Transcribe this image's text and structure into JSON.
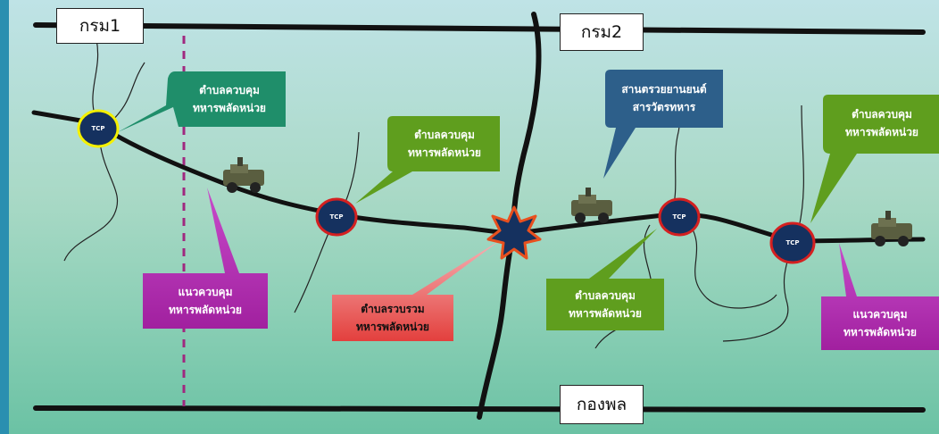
{
  "labels": {
    "top_left": "กรม1",
    "top_mid": "กรม2",
    "bottom": "กองพล"
  },
  "tcp": "TCP",
  "callouts": {
    "c1": [
      "ตำบลควบคุม",
      "ทหารพลัดหน่วย"
    ],
    "c2": [
      "ตำบลควบคุม",
      "ทหารพลัดหน่วย"
    ],
    "c3": [
      "สานตรวยยานยนต์",
      "สารวัตรทหาร"
    ],
    "c4": [
      "ตำบลควบคุม",
      "ทหารพลัดหน่วย"
    ],
    "c5": [
      "แนวควบคุม",
      "ทหารพลัดหน่วย"
    ],
    "c6": [
      "ตำบลรวบรวม",
      "ทหารพลัดหน่วย"
    ],
    "c7": [
      "ตำบลควบคุม",
      "ทหารพลัดหน่วย"
    ],
    "c8": [
      "แนวควบคุม",
      "ทหารพลัดหน่วย"
    ]
  },
  "colors": {
    "green_dark": "#1f8e6a",
    "green_olive": "#5f9e1e",
    "navy_blue": "#2d5f8a",
    "magenta": "#b22fb5",
    "pink_red": "#e4534e",
    "tcp_fill": "#15315f",
    "tcp_ring_red": "#d42020",
    "tcp_ring_yellow": "#f4f000"
  },
  "icons": [
    "tcp-marker",
    "collection-point-star-icon",
    "military-jeep-icon"
  ]
}
